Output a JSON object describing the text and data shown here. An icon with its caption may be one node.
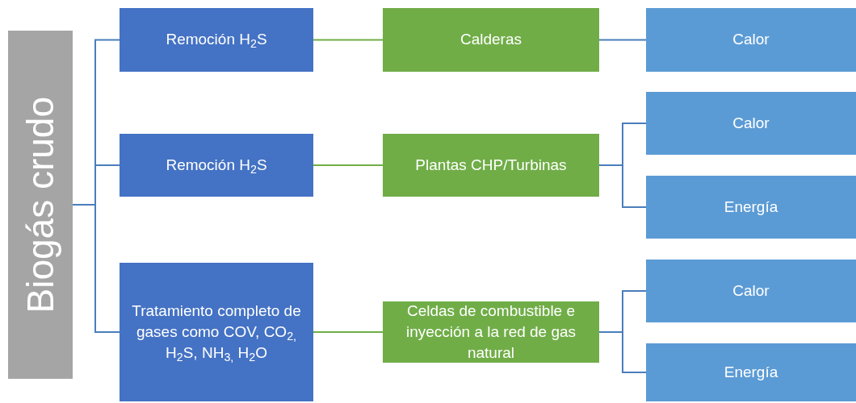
{
  "diagram": {
    "nodes": [
      {
        "text": [
          "Biogás crudo"
        ]
      },
      {
        "text": [
          "Remoción H$_{2}$S"
        ]
      },
      {
        "text": [
          "Remoción H$_{2}$S"
        ]
      },
      {
        "text": [
          "Tratamiento completo de gases como COV, CO$_{2,}$ H$_{2}$S, NH$_{3,}$ H$_{2}$O"
        ]
      },
      {
        "text": [
          "Calderas"
        ]
      },
      {
        "text": [
          "Plantas CHP/Turbinas"
        ]
      },
      {
        "text": [
          "Celdas de combustible e inyección a la red de gas natural"
        ]
      },
      {
        "text": [
          "Calor"
        ]
      },
      {
        "text": [
          "Calor"
        ]
      },
      {
        "text": [
          "Energía"
        ]
      },
      {
        "text": [
          "Calor"
        ]
      },
      {
        "text": [
          "Energía"
        ]
      }
    ],
    "edges": [
      {
        "from": 0,
        "to": 1,
        "arrow": "none"
      },
      {
        "from": 0,
        "to": 2,
        "arrow": "none"
      },
      {
        "from": 0,
        "to": 3,
        "arrow": "none"
      },
      {
        "from": 1,
        "to": 4,
        "arrow": "none",
        "color": "#70ad47"
      },
      {
        "from": 2,
        "to": 5,
        "arrow": "none",
        "color": "#70ad47"
      },
      {
        "from": 3,
        "to": 6,
        "arrow": "none",
        "color": "#70ad47"
      },
      {
        "from": 4,
        "to": 7,
        "arrow": "none"
      },
      {
        "from": 5,
        "to": 8,
        "arrow": "none"
      },
      {
        "from": 5,
        "to": 9,
        "arrow": "none"
      },
      {
        "from": 6,
        "to": 10,
        "arrow": "none"
      },
      {
        "from": 6,
        "to": 11,
        "arrow": "none"
      }
    ]
  }
}
